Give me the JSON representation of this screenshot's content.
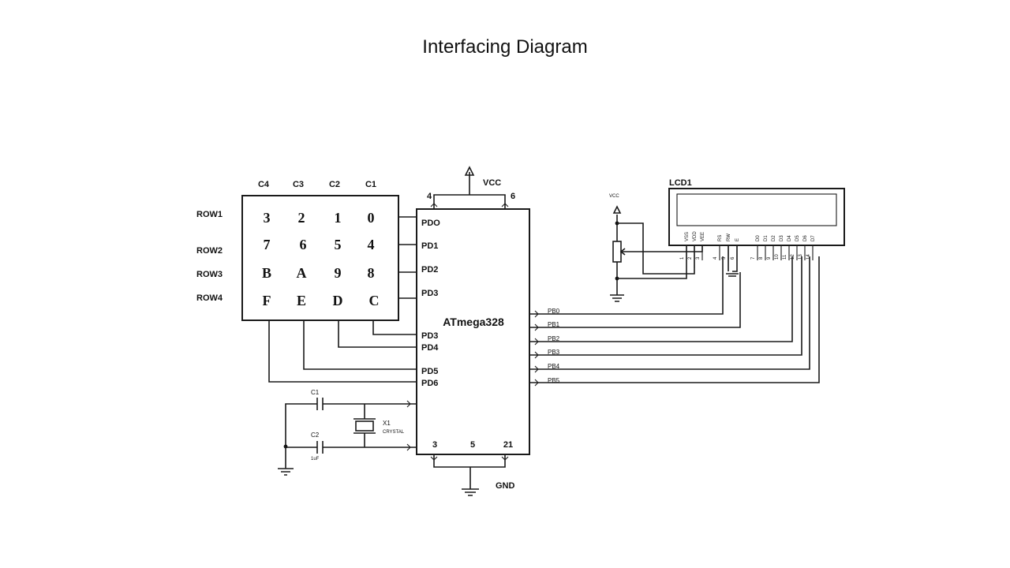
{
  "title": "Interfacing Diagram",
  "keypad": {
    "columns": [
      "C4",
      "C3",
      "C2",
      "C1"
    ],
    "rows": [
      "ROW1",
      "ROW2",
      "ROW3",
      "ROW4"
    ],
    "keys": [
      [
        "3",
        "2",
        "1",
        "0"
      ],
      [
        "7",
        "6",
        "5",
        "4"
      ],
      [
        "B",
        "A",
        "9",
        "8"
      ],
      [
        "F",
        "E",
        "D",
        "C"
      ]
    ]
  },
  "mcu": {
    "name": "ATmega328",
    "left_pins": [
      "PDO",
      "PD1",
      "PD2",
      "PD3",
      "PD3",
      "PD4",
      "PD5",
      "PD6"
    ],
    "right_pins": [
      "PB0",
      "PB1",
      "PB2",
      "PB3",
      "PB4",
      "PB5"
    ],
    "top_pins": [
      "4",
      "6"
    ],
    "bottom_pins": [
      "3",
      "5",
      "21"
    ]
  },
  "power": {
    "vcc": "VCC",
    "gnd": "GND",
    "vcc_small": "VCC"
  },
  "crystal": {
    "c1": "C1",
    "c2": "C2",
    "c2_value": "1uF",
    "x1": "X1",
    "x1_type": "CRYSTAL"
  },
  "lcd": {
    "name": "LCD1",
    "pins": [
      "VSS",
      "VDD",
      "VEE",
      "RS",
      "RW",
      "E",
      "D0",
      "D1",
      "D2",
      "D3",
      "D4",
      "D5",
      "D6",
      "D7"
    ],
    "pin_numbers": [
      "1",
      "2",
      "3",
      "4",
      "5",
      "6",
      "7",
      "8",
      "9",
      "10",
      "11",
      "12",
      "13",
      "14"
    ]
  }
}
